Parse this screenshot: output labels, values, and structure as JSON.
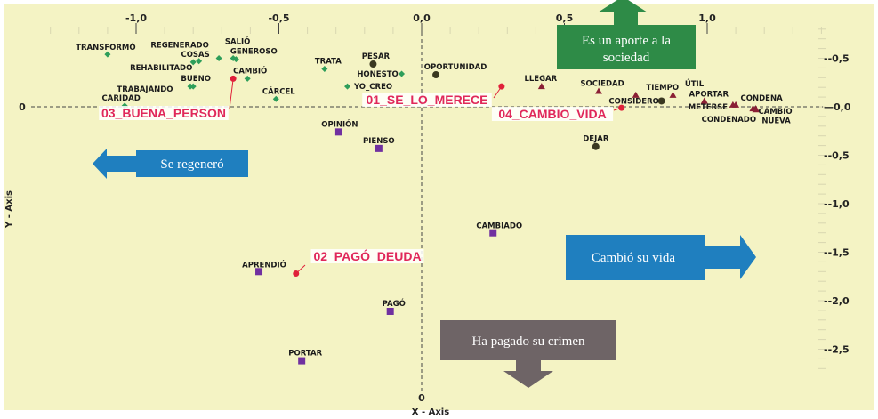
{
  "chart_data": {
    "type": "scatter",
    "title": "",
    "xlabel": "X - Axis",
    "ylabel": "Y - Axis",
    "xlim": [
      -1.45,
      1.6
    ],
    "ylim": [
      -2.95,
      1.05
    ],
    "x_ticks": [
      {
        "value": -1.0,
        "label": "-1,0"
      },
      {
        "value": -0.5,
        "label": "-0,5"
      },
      {
        "value": 0.0,
        "label": "0,0"
      },
      {
        "value": 0.5,
        "label": "0,5"
      },
      {
        "value": 1.0,
        "label": "1,0"
      }
    ],
    "y_ticks": [
      {
        "value": 0.5,
        "label": "--0,5"
      },
      {
        "value": 0.0,
        "label": "—0,0"
      },
      {
        "value": -0.5,
        "label": "--0,5"
      },
      {
        "value": -1.0,
        "label": "--1,0"
      },
      {
        "value": -1.5,
        "label": "--1,5"
      },
      {
        "value": -2.0,
        "label": "--2,0"
      },
      {
        "value": -2.5,
        "label": "--2,5"
      }
    ],
    "origin_labels": {
      "x_zero": "0",
      "y_zero": "0"
    },
    "grid": false,
    "colors": {
      "background": "#f4f3c4",
      "group_03": "#2e9e5a",
      "group_01": "#3a3820",
      "group_04": "#8a1f35",
      "group_02": "#7030a0",
      "centroid": "#e0203a",
      "centroid_label": "#e0285a"
    },
    "centroids": [
      {
        "label": "03_BUENA_PERSON",
        "x": -0.66,
        "y": 0.29
      },
      {
        "label": "01_SE_LO_MERECE",
        "x": 0.28,
        "y": 0.21
      },
      {
        "label": "04_CAMBIO_VIDA",
        "x": 0.7,
        "y": -0.01
      },
      {
        "label": "02_PAGÓ_DEUDA",
        "x": -0.44,
        "y": -1.72
      }
    ],
    "series": [
      {
        "name": "03_BUENA_PERSON",
        "marker": "diamond",
        "points": [
          {
            "label": "TRANSFORMÓ",
            "x": -1.1,
            "y": 0.54
          },
          {
            "label": "REGENERADO",
            "x": -0.71,
            "y": 0.5
          },
          {
            "label": "COSAS",
            "x": -0.78,
            "y": 0.47
          },
          {
            "label": "REHABILITADO",
            "x": -0.8,
            "y": 0.46
          },
          {
            "label": "SALIÓ",
            "x": -0.66,
            "y": 0.5
          },
          {
            "label": "GENEROSO",
            "x": -0.65,
            "y": 0.49
          },
          {
            "label": "CAMBIÓ",
            "x": -0.61,
            "y": 0.29
          },
          {
            "label": "BUENO",
            "x": -0.8,
            "y": 0.21
          },
          {
            "label": "TRABAJANDO",
            "x": -0.81,
            "y": 0.21
          },
          {
            "label": "CARIDAD",
            "x": -1.04,
            "y": 0.01
          },
          {
            "label": "CÁRCEL",
            "x": -0.51,
            "y": 0.08
          },
          {
            "label": "TRATA",
            "x": -0.34,
            "y": 0.39
          },
          {
            "label": "HONESTO",
            "x": -0.07,
            "y": 0.34
          },
          {
            "label": "YO_CREO",
            "x": -0.26,
            "y": 0.21
          }
        ]
      },
      {
        "name": "01_SE_LO_MERECE",
        "marker": "circle",
        "points": [
          {
            "label": "PESAR",
            "x": -0.17,
            "y": 0.44
          },
          {
            "label": "OPORTUNIDAD",
            "x": 0.05,
            "y": 0.33
          },
          {
            "label": "CONSIDERO",
            "x": 0.84,
            "y": 0.06
          },
          {
            "label": "DEJAR",
            "x": 0.61,
            "y": -0.41
          }
        ]
      },
      {
        "name": "04_CAMBIO_VIDA",
        "marker": "triangle",
        "points": [
          {
            "label": "LLEGAR",
            "x": 0.42,
            "y": 0.21
          },
          {
            "label": "SOCIEDAD",
            "x": 0.62,
            "y": 0.16
          },
          {
            "label": "TIEMPO",
            "x": 0.75,
            "y": 0.12
          },
          {
            "label": "ÚTIL",
            "x": 0.88,
            "y": 0.12
          },
          {
            "label": "APORTAR",
            "x": 0.99,
            "y": 0.06
          },
          {
            "label": "METERSE",
            "x": 1.09,
            "y": 0.02
          },
          {
            "label": "CONDENA",
            "x": 1.1,
            "y": 0.02
          },
          {
            "label": "CONDENADO",
            "x": 1.16,
            "y": -0.02
          },
          {
            "label": "CAMBIO",
            "x": 1.17,
            "y": -0.02
          },
          {
            "label": "NUEVA",
            "x": 1.17,
            "y": -0.03
          }
        ]
      },
      {
        "name": "02_PAGÓ_DEUDA",
        "marker": "square",
        "points": [
          {
            "label": "OPINIÓN",
            "x": -0.29,
            "y": -0.26
          },
          {
            "label": "PIENSO",
            "x": -0.15,
            "y": -0.43
          },
          {
            "label": "CAMBIADO",
            "x": 0.25,
            "y": -1.3
          },
          {
            "label": "APRENDIÓ",
            "x": -0.57,
            "y": -1.7
          },
          {
            "label": "PAGÓ",
            "x": -0.11,
            "y": -2.11
          },
          {
            "label": "PORTAR",
            "x": -0.42,
            "y": -2.62
          }
        ]
      }
    ],
    "annotations": [
      {
        "text_lines": [
          "Es un aporte a la",
          "sociedad"
        ],
        "direction": "up",
        "color": "#2e8b47"
      },
      {
        "text_lines": [
          "Se regeneró"
        ],
        "direction": "left",
        "color": "#1f7fbf"
      },
      {
        "text_lines": [
          "Cambió su vida"
        ],
        "direction": "right",
        "color": "#1f7fbf"
      },
      {
        "text_lines": [
          "Ha pagado su crimen"
        ],
        "direction": "down",
        "color": "#6e6466"
      }
    ]
  }
}
